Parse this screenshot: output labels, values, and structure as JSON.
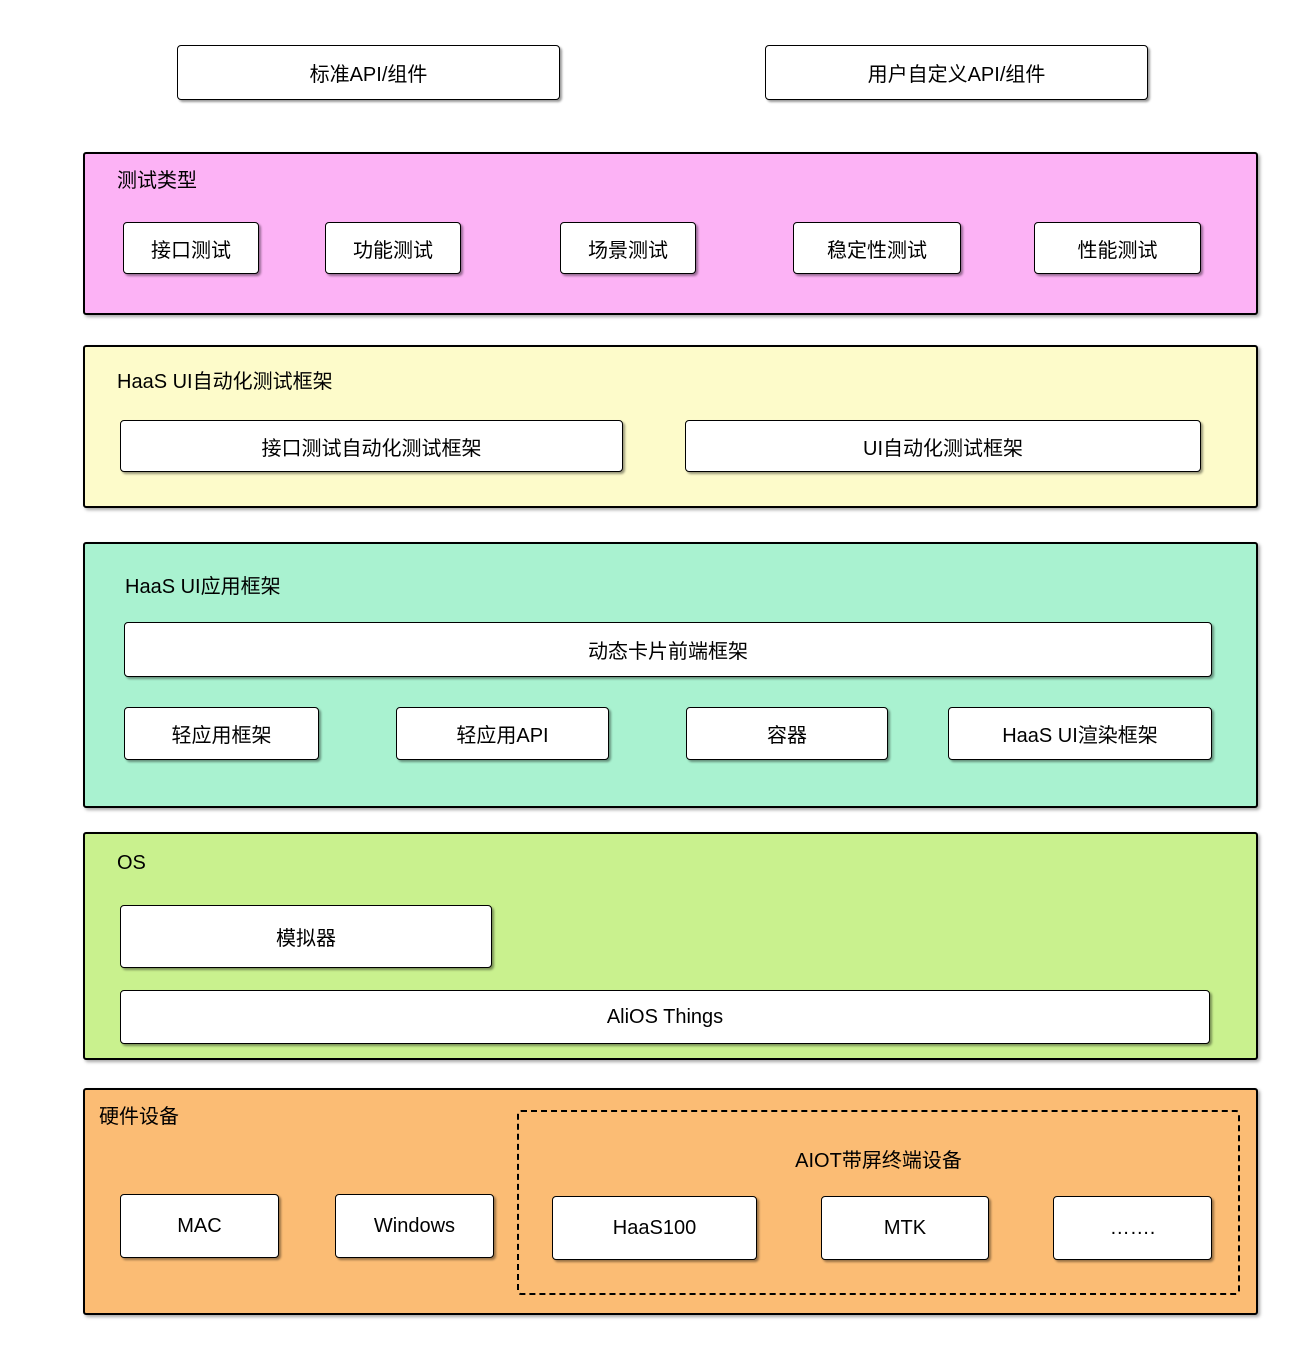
{
  "colors": {
    "test_section_bg": "#fcb2f5",
    "automation_section_bg": "#fdfbca",
    "app_section_bg": "#a9f2d0",
    "os_section_bg": "#c9f18e",
    "hardware_section_bg": "#fbbc74",
    "node_bg": "#ffffff",
    "border": "#000000"
  },
  "top_row": {
    "standard_api": "标准API/组件",
    "custom_api": "用户自定义API/组件"
  },
  "test_section": {
    "title": "测试类型",
    "items": [
      "接口测试",
      "功能测试",
      "场景测试",
      "稳定性测试",
      "性能测试"
    ]
  },
  "automation_section": {
    "title": "HaaS UI自动化测试框架",
    "items": [
      "接口测试自动化测试框架",
      "UI自动化测试框架"
    ]
  },
  "app_section": {
    "title": "HaaS UI应用框架",
    "top_item": "动态卡片前端框架",
    "items": [
      "轻应用框架",
      "轻应用API",
      "容器",
      "HaaS UI渲染框架"
    ]
  },
  "os_section": {
    "title": "OS",
    "items": [
      "模拟器",
      "AliOS Things"
    ]
  },
  "hardware_section": {
    "title": "硬件设备",
    "items": [
      "MAC",
      "Windows"
    ],
    "aiot_group": {
      "title": "AIOT带屏终端设备",
      "items": [
        "HaaS100",
        "MTK",
        "……."
      ]
    }
  }
}
